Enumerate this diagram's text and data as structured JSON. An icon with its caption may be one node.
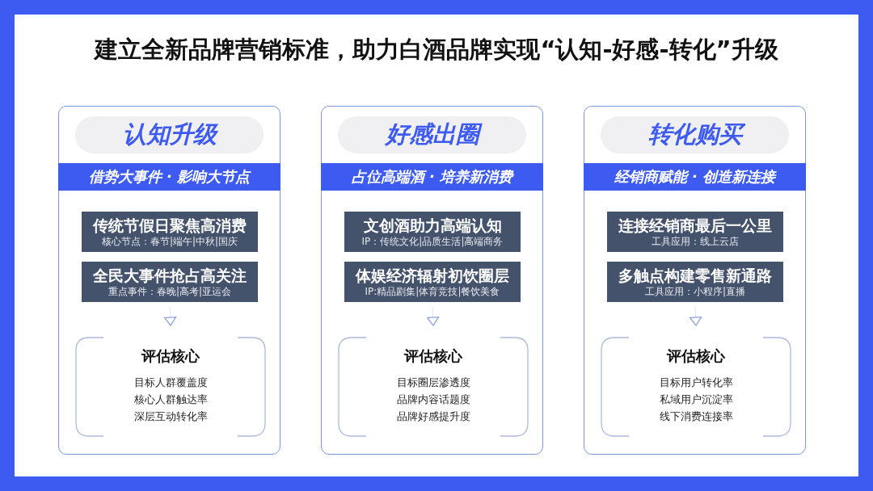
{
  "diagram": {
    "title": "建立全新品牌营销标准，助力白酒品牌实现“认知-好感-转化”升级",
    "nodes": [
      {
        "text": [],
        "shape": "box"
      },
      {
        "text": [
          "认知升级"
        ],
        "in": 0
      },
      {
        "text": [
          "借势大事件 · 影响大节点"
        ],
        "in": 0
      },
      {
        "text": [
          "传统节假日聚焦高消费",
          "核心节点：春节|端午|中秋|国庆"
        ],
        "in": 0
      },
      {
        "text": [
          "全民大事件抢占高关注",
          "重点事件：春晚|高考|亚运会"
        ],
        "in": 0
      },
      {
        "text": [
          "评估核心",
          "目标人群覆盖度",
          "核心人群触达率",
          "深层互动转化率"
        ],
        "in": 0
      },
      {
        "text": [],
        "shape": "box"
      },
      {
        "text": [
          "好感出圈"
        ],
        "in": 6
      },
      {
        "text": [
          "占位高端酒 · 培养新消费"
        ],
        "in": 6
      },
      {
        "text": [
          "文创酒助力高端认知",
          "IP：传统文化|品质生活|高端商务"
        ],
        "in": 6
      },
      {
        "text": [
          "体娱经济辐射初饮圈层",
          "IP:精品剧集|体育竞技|餐饮美食"
        ],
        "in": 6
      },
      {
        "text": [
          "评估核心",
          "目标圈层渗透度",
          "品牌内容话题度",
          "品牌好感提升度"
        ],
        "in": 6
      },
      {
        "text": [],
        "shape": "box"
      },
      {
        "text": [
          "转化购买"
        ],
        "in": 12
      },
      {
        "text": [
          "经销商赋能 · 创造新连接"
        ],
        "in": 12
      },
      {
        "text": [
          "连接经销商最后一公里",
          "工具应用：线上云店"
        ],
        "in": 12
      },
      {
        "text": [
          "多触点构建零售新通路",
          "工具应用：小程序|直播"
        ],
        "in": 12
      },
      {
        "text": [
          "评估核心",
          "目标用户转化率",
          "私域用户沉淀率",
          "线下消费连接率"
        ],
        "in": 12
      }
    ],
    "edges": [
      {
        "from": 4,
        "to": 5,
        "arrow": "to"
      },
      {
        "from": 10,
        "to": 11,
        "arrow": "to"
      },
      {
        "from": 16,
        "to": 17,
        "arrow": "to"
      }
    ]
  }
}
